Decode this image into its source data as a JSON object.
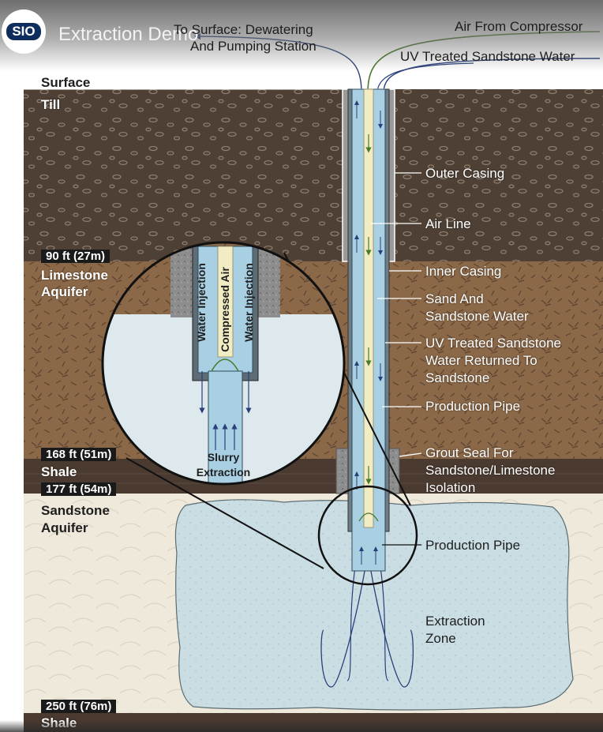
{
  "header": {
    "channel_logo": "SIO",
    "video_title": "Extraction Demo"
  },
  "callouts": {
    "to_surface": [
      "To Surface: Dewatering",
      "And Pumping Station"
    ],
    "air_from_compressor": "Air From Compressor",
    "uv_treated_water": "UV Treated Sandstone Water",
    "outer_casing": "Outer Casing",
    "air_line": "Air Line",
    "inner_casing": "Inner Casing",
    "sand_water": [
      "Sand And",
      "Sandstone Water"
    ],
    "uv_returned": [
      "UV Treated Sandstone",
      "Water Returned To",
      "Sandstone"
    ],
    "production_pipe": "Production Pipe",
    "grout_seal": [
      "Grout Seal For",
      "Sandstone/Limestone",
      "Isolation"
    ],
    "production_pipe_lower": "Production Pipe",
    "extraction_zone": [
      "Extraction",
      "Zone"
    ]
  },
  "layers": {
    "surface": "Surface",
    "till": "Till",
    "limestone": [
      "Limestone",
      "Aquifer"
    ],
    "shale": "Shale",
    "sandstone": [
      "Sandstone",
      "Aquifer"
    ],
    "shale_bottom": "Shale"
  },
  "depths": {
    "d90": "90 ft (27m)",
    "d168": "168 ft (51m)",
    "d177": "177 ft (54m)",
    "d250": "250 ft (76m)"
  },
  "inset": {
    "water_injection_left": "Water Injection",
    "compressed_air": "Compressed Air",
    "water_injection_right": "Water Injection",
    "slurry": [
      "Slurry",
      "Extraction"
    ]
  },
  "colors": {
    "till": "#4e4035",
    "limestone": "#8a6848",
    "shale": "#4a3a30",
    "sandstone": "#efe9dc",
    "extraction_water": "#c9dde3",
    "pipe_blue": "#a9cfe3",
    "air_line": "#f2ecc4",
    "air_arrow": "#4a7a2a",
    "water_arrow": "#2a3f7a"
  }
}
